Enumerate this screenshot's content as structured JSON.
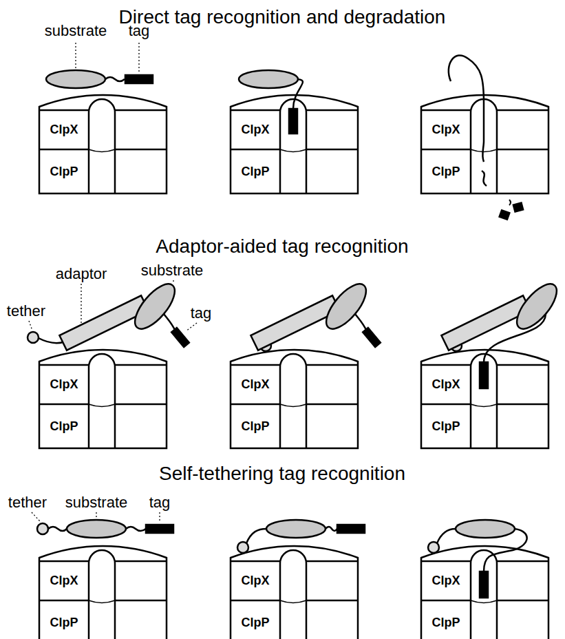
{
  "diagram": {
    "nodes": [
      {
        "text": [
          "ClpX"
        ]
      },
      {
        "text": [
          "ClpP"
        ]
      },
      {
        "text": [
          "ClpX"
        ]
      },
      {
        "text": [
          "ClpP"
        ]
      },
      {
        "text": [
          "ClpX"
        ]
      },
      {
        "text": [
          "ClpP"
        ]
      },
      {
        "text": [
          "ClpX"
        ]
      },
      {
        "text": [
          "ClpP"
        ]
      },
      {
        "text": [
          "ClpX"
        ]
      },
      {
        "text": [
          "ClpP"
        ]
      },
      {
        "text": [
          "ClpX"
        ]
      },
      {
        "text": [
          "ClpP"
        ]
      },
      {
        "text": [
          "ClpX"
        ]
      },
      {
        "text": [
          "ClpP"
        ]
      },
      {
        "text": [
          "ClpX"
        ]
      },
      {
        "text": [
          "ClpP"
        ]
      },
      {
        "text": [
          "ClpX"
        ]
      },
      {
        "text": [
          "ClpP"
        ]
      }
    ],
    "labels": [
      "Direct tag recognition and degradation",
      "substrate",
      "tag",
      "Adaptor-aided tag recognition",
      "adaptor",
      "substrate",
      "tether",
      "tag",
      "Self-tethering tag recognition",
      "tether",
      "substrate",
      "tag"
    ]
  }
}
